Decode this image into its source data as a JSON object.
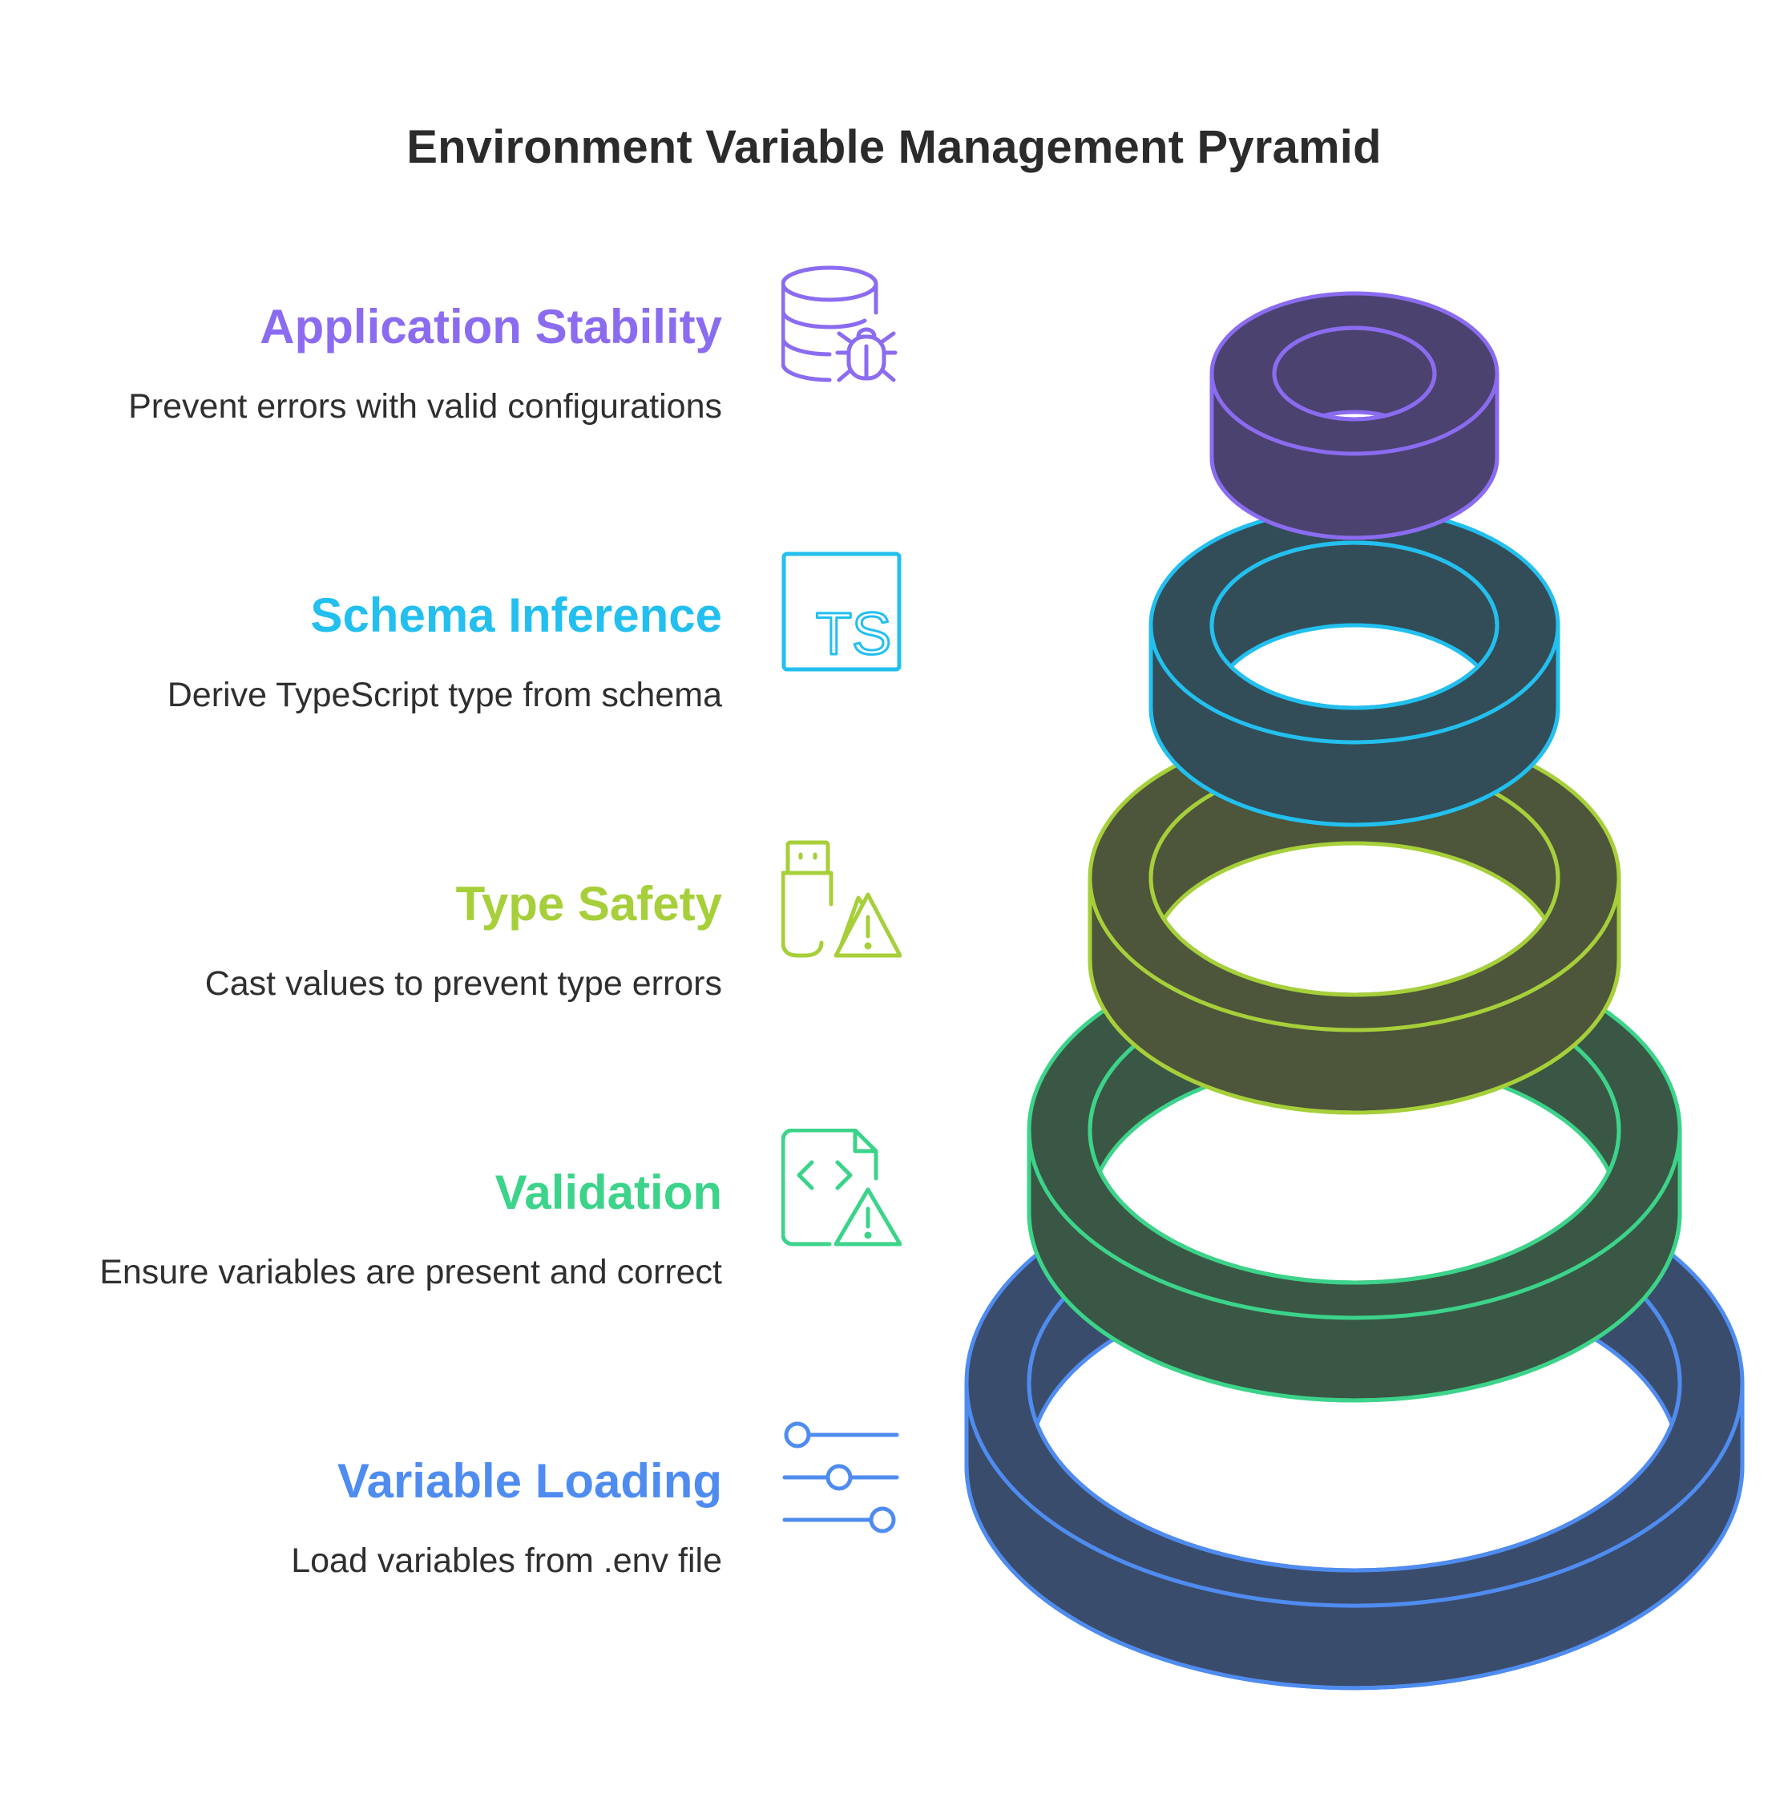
{
  "title": "Environment Variable Management Pyramid",
  "levels": [
    {
      "title": "Application Stability",
      "description": "Prevent errors with valid configurations",
      "icon": "database-bug-icon",
      "color": "#8B6CF0",
      "fill": "#4B4270"
    },
    {
      "title": "Schema Inference",
      "description": "Derive TypeScript type from schema",
      "icon": "typescript-icon",
      "color": "#22BFEF",
      "fill": "#324D57"
    },
    {
      "title": "Type Safety",
      "description": "Cast values to prevent type errors",
      "icon": "usb-warning-icon",
      "color": "#A6CF3A",
      "fill": "#4D553A"
    },
    {
      "title": "Validation",
      "description": "Ensure variables are present and correct",
      "icon": "code-file-warning-icon",
      "color": "#3CD38A",
      "fill": "#395744"
    },
    {
      "title": "Variable Loading",
      "description": "Load variables from .env file",
      "icon": "sliders-icon",
      "color": "#4F8CF0",
      "fill": "#3A4C6B"
    }
  ],
  "icon_labels": {
    "typescript": "TS"
  }
}
